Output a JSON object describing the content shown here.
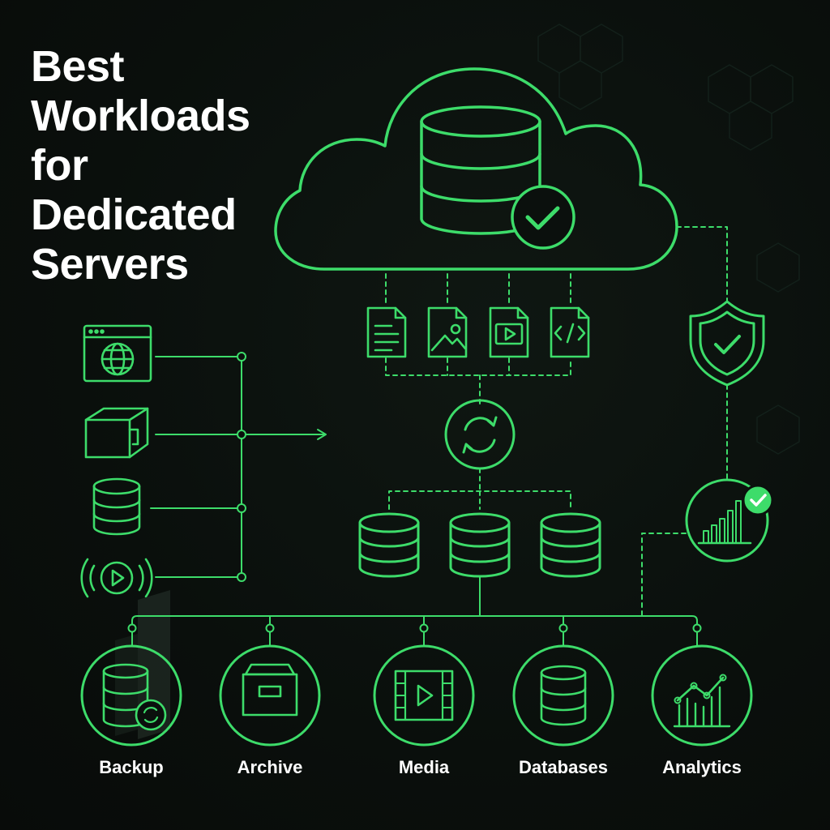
{
  "title_lines": [
    "Best",
    "Workloads",
    "for",
    "Dedicated",
    "Servers"
  ],
  "workloads": [
    {
      "label": "Backup",
      "icon": "database-backup-icon"
    },
    {
      "label": "Archive",
      "icon": "archive-box-icon"
    },
    {
      "label": "Media",
      "icon": "film-play-icon"
    },
    {
      "label": "Databases",
      "icon": "database-icon"
    },
    {
      "label": "Analytics",
      "icon": "line-chart-icon"
    }
  ],
  "left_sources": [
    "browser-globe-icon",
    "package-cube-icon",
    "database-icon",
    "broadcast-play-icon"
  ],
  "file_types": [
    "document-file-icon",
    "image-file-icon",
    "video-file-icon",
    "code-file-icon"
  ],
  "colors": {
    "background": "#0b100d",
    "accent": "#3ddc6a",
    "text": "#ffffff"
  }
}
